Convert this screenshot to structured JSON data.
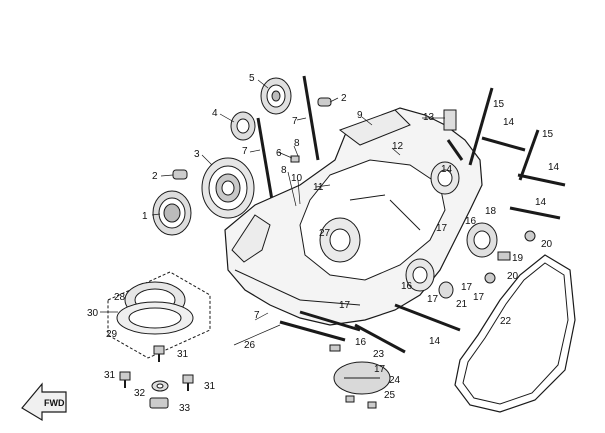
{
  "diagram": {
    "fwd_label": "FWD",
    "callouts": {
      "c1": "1",
      "c2a": "2",
      "c2b": "2",
      "c3": "3",
      "c4": "4",
      "c5": "5",
      "c6": "6",
      "c7a": "7",
      "c7b": "7",
      "c7c": "7",
      "c8a": "8",
      "c8b": "8",
      "c9": "9",
      "c10": "10",
      "c11": "11",
      "c12": "12",
      "c13": "13",
      "c14a": "14",
      "c14b": "14",
      "c14c": "14",
      "c14d": "14",
      "c14e": "14",
      "c15a": "15",
      "c15b": "15",
      "c16a": "16",
      "c16b": "16",
      "c16c": "16",
      "c17a": "17",
      "c17b": "17",
      "c17c": "17",
      "c17d": "17",
      "c17e": "17",
      "c17f": "17",
      "c18": "18",
      "c19": "19",
      "c20a": "20",
      "c20b": "20",
      "c21": "21",
      "c22": "22",
      "c23": "23",
      "c24": "24",
      "c25": "25",
      "c26": "26",
      "c27": "27",
      "c28": "28",
      "c29": "29",
      "c30": "30",
      "c31a": "31",
      "c31b": "31",
      "c31c": "31",
      "c32": "32",
      "c33": "33"
    }
  }
}
